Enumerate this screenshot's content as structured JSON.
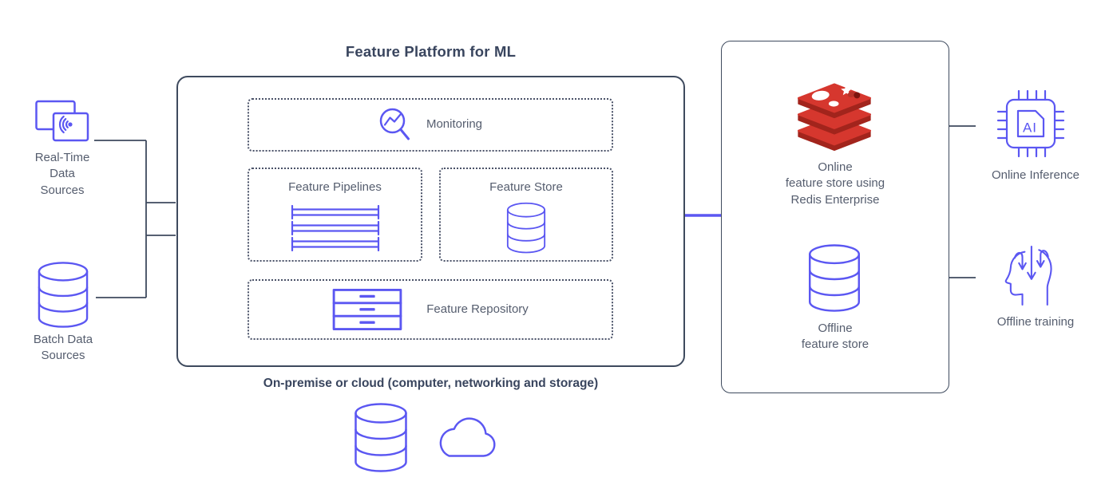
{
  "colors": {
    "accent_blue": "#5B57F2",
    "connector_navy": "#3E4A5E",
    "text_dark": "#39455E",
    "text_gray": "#555D6E",
    "dotted_border": "#4A5268",
    "redis_red": "#D6372E",
    "redis_dark": "#A2241C",
    "redis_detail": "#7C150F"
  },
  "title": "Feature Platform for ML",
  "caption": "On-premise or cloud (computer, networking and storage)",
  "sources": {
    "realtime_label": "Real-Time\nData\nSources",
    "batch_label": "Batch Data\nSources"
  },
  "platform": {
    "monitoring_label": "Monitoring",
    "pipelines_label": "Feature Pipelines",
    "store_label": "Feature Store",
    "repository_label": "Feature Repository"
  },
  "redis_panel": {
    "online_label": "Online\nfeature store using\nRedis Enterprise",
    "offline_label": "Offline\nfeature store"
  },
  "consumers": {
    "inference_label": "Online Inference",
    "training_label": "Offline training",
    "ai_chip_text": "AI"
  }
}
